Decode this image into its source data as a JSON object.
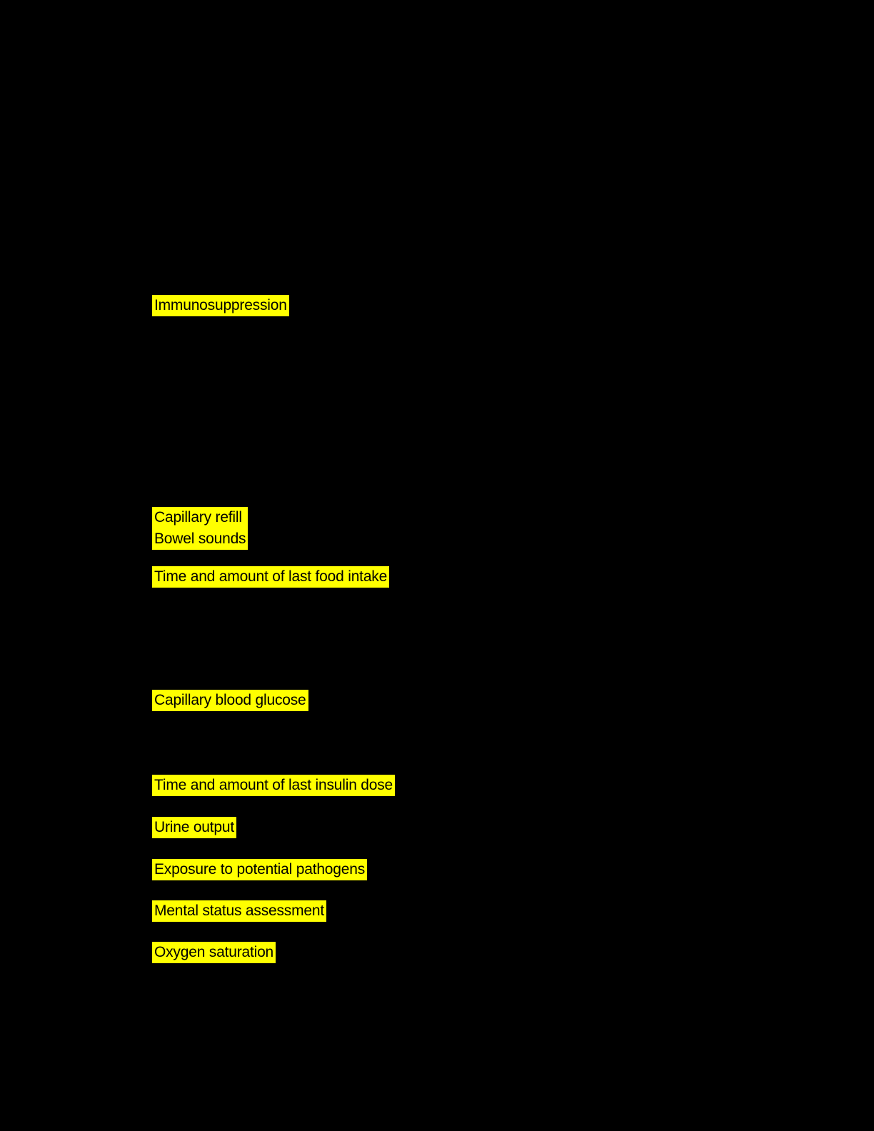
{
  "page": {
    "background_color": "#000000",
    "highlight_color": "#ffff00",
    "text_color": "#000000"
  },
  "highlights": {
    "immunosuppression": "Immunosuppression",
    "capillary_refill": "Capillary refill",
    "bowel_sounds": "Bowel sounds",
    "food_intake": "Time and amount of last food intake",
    "blood_glucose": "Capillary blood glucose",
    "insulin_dose": "Time and amount of last insulin dose",
    "urine_output": "Urine output",
    "pathogens": "Exposure to potential pathogens",
    "mental_status": "Mental status assessment",
    "oxygen_saturation": "Oxygen saturation"
  }
}
